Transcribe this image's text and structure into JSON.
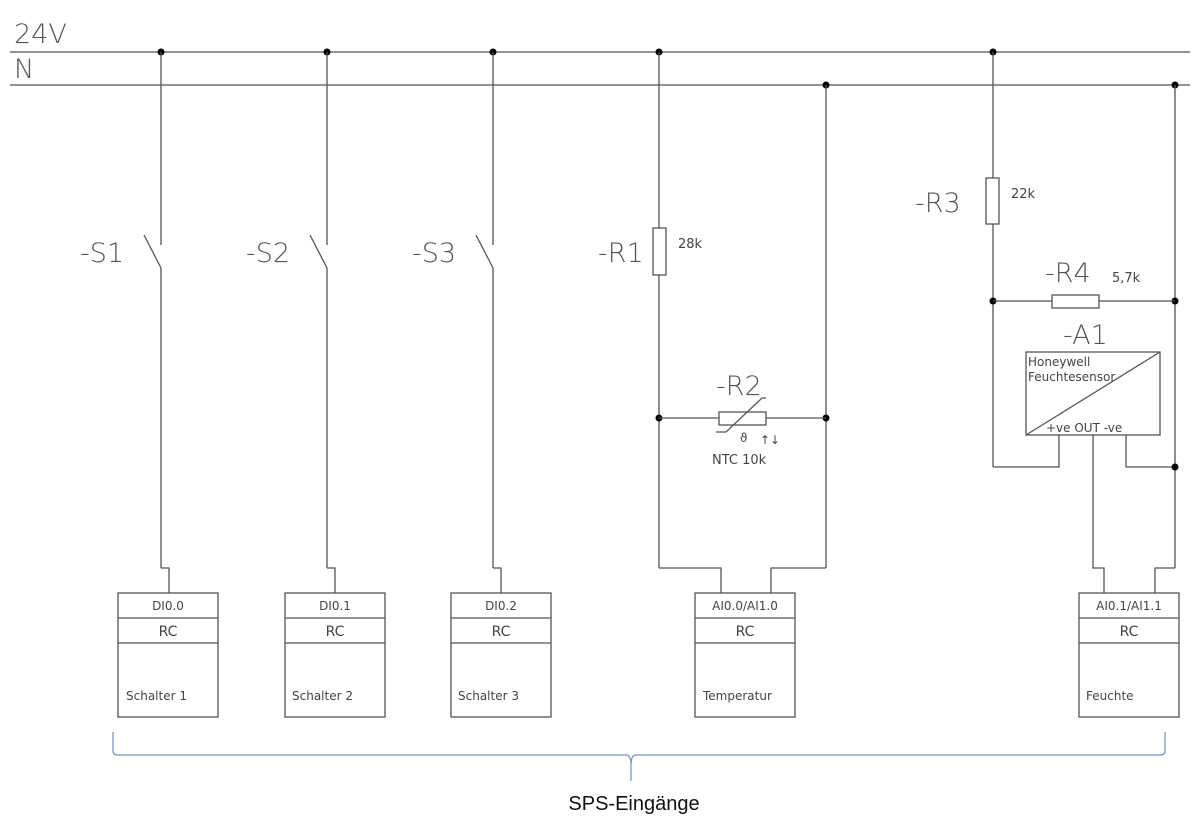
{
  "rails": {
    "supply_label": "24V",
    "neutral_label": "N"
  },
  "switches": [
    {
      "tag": "-S1"
    },
    {
      "tag": "-S2"
    },
    {
      "tag": "-S3"
    }
  ],
  "resistors": {
    "r1": {
      "tag": "-R1",
      "value": "28k"
    },
    "r2": {
      "tag": "-R2",
      "value": "NTC 10k",
      "temp_symbol": "ϑ",
      "arrows": "↑↓"
    },
    "r3": {
      "tag": "-R3",
      "value": "22k"
    },
    "r4": {
      "tag": "-R4",
      "value": "5,7k"
    }
  },
  "sensor": {
    "tag": "-A1",
    "line1": "Honeywell",
    "line2": "Feuchtesensor",
    "pins": "+ve OUT -ve"
  },
  "modules": [
    {
      "address": "DI0.0",
      "type": "RC",
      "description": "Schalter 1"
    },
    {
      "address": "DI0.1",
      "type": "RC",
      "description": "Schalter 2"
    },
    {
      "address": "DI0.2",
      "type": "RC",
      "description": "Schalter 3"
    },
    {
      "address": "AI0.0/AI1.0",
      "type": "RC",
      "description": "Temperatur"
    },
    {
      "address": "AI0.1/AI1.1",
      "type": "RC",
      "description": "Feuchte"
    }
  ],
  "footer": {
    "label": "SPS-Eingänge"
  },
  "colors": {
    "wire": "#555555",
    "junction": "#000000",
    "brace": "#6f8fc7"
  }
}
